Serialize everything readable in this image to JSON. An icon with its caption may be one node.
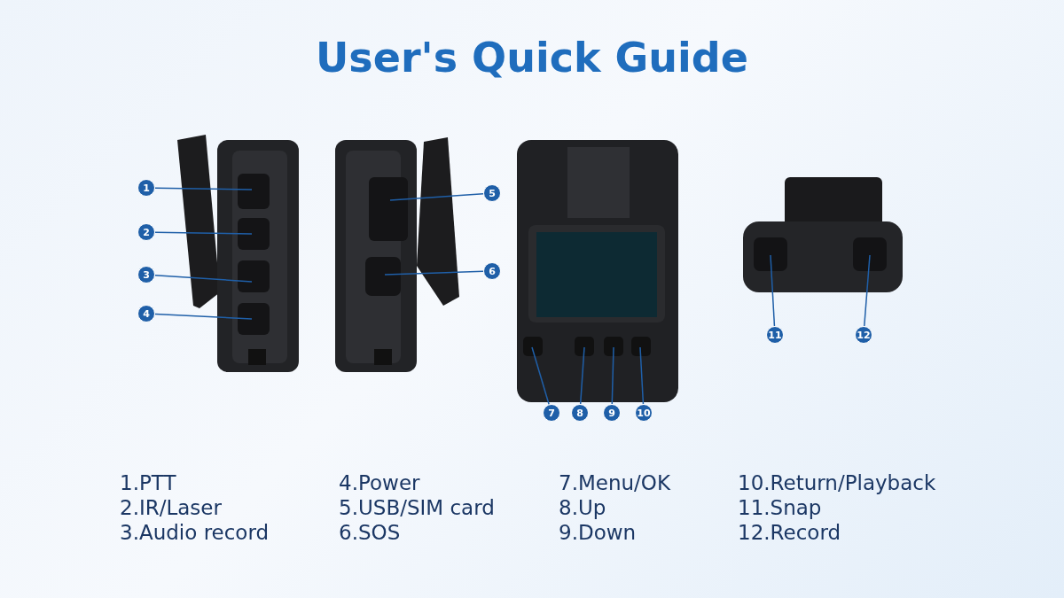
{
  "diagram": {
    "title": "User's Quick Guide",
    "nodes": [
      {
        "text": [
          "1"
        ]
      },
      {
        "text": [
          "2"
        ]
      },
      {
        "text": [
          "3"
        ]
      },
      {
        "text": [
          "4"
        ]
      },
      {
        "text": [
          "5"
        ]
      },
      {
        "text": [
          "6"
        ]
      },
      {
        "text": [
          "7"
        ]
      },
      {
        "text": [
          "8"
        ]
      },
      {
        "text": [
          "9"
        ]
      },
      {
        "text": [
          "10"
        ]
      },
      {
        "text": [
          "11"
        ]
      },
      {
        "text": [
          "12"
        ]
      }
    ],
    "edges": [
      {
        "from": 0,
        "to": null,
        "arrow": "none"
      },
      {
        "from": 1,
        "to": null,
        "arrow": "none"
      },
      {
        "from": 2,
        "to": null,
        "arrow": "none"
      },
      {
        "from": 3,
        "to": null,
        "arrow": "none"
      },
      {
        "from": 4,
        "to": null,
        "arrow": "none"
      },
      {
        "from": 5,
        "to": null,
        "arrow": "none"
      },
      {
        "from": 6,
        "to": null,
        "arrow": "none"
      },
      {
        "from": 7,
        "to": null,
        "arrow": "none"
      },
      {
        "from": 8,
        "to": null,
        "arrow": "none"
      },
      {
        "from": 9,
        "to": null,
        "arrow": "none"
      },
      {
        "from": 10,
        "to": null,
        "arrow": "none"
      },
      {
        "from": 11,
        "to": null,
        "arrow": "none"
      }
    ],
    "labels": [
      "1.PTT",
      "4.Power",
      "7.Menu/OK",
      "10.Return/Playback",
      "2.IR/Laser",
      "5.USB/SIM card",
      "8.Up",
      "11.Snap",
      "3.Audio record",
      "6.SOS",
      "9.Down",
      "12.Record"
    ]
  }
}
